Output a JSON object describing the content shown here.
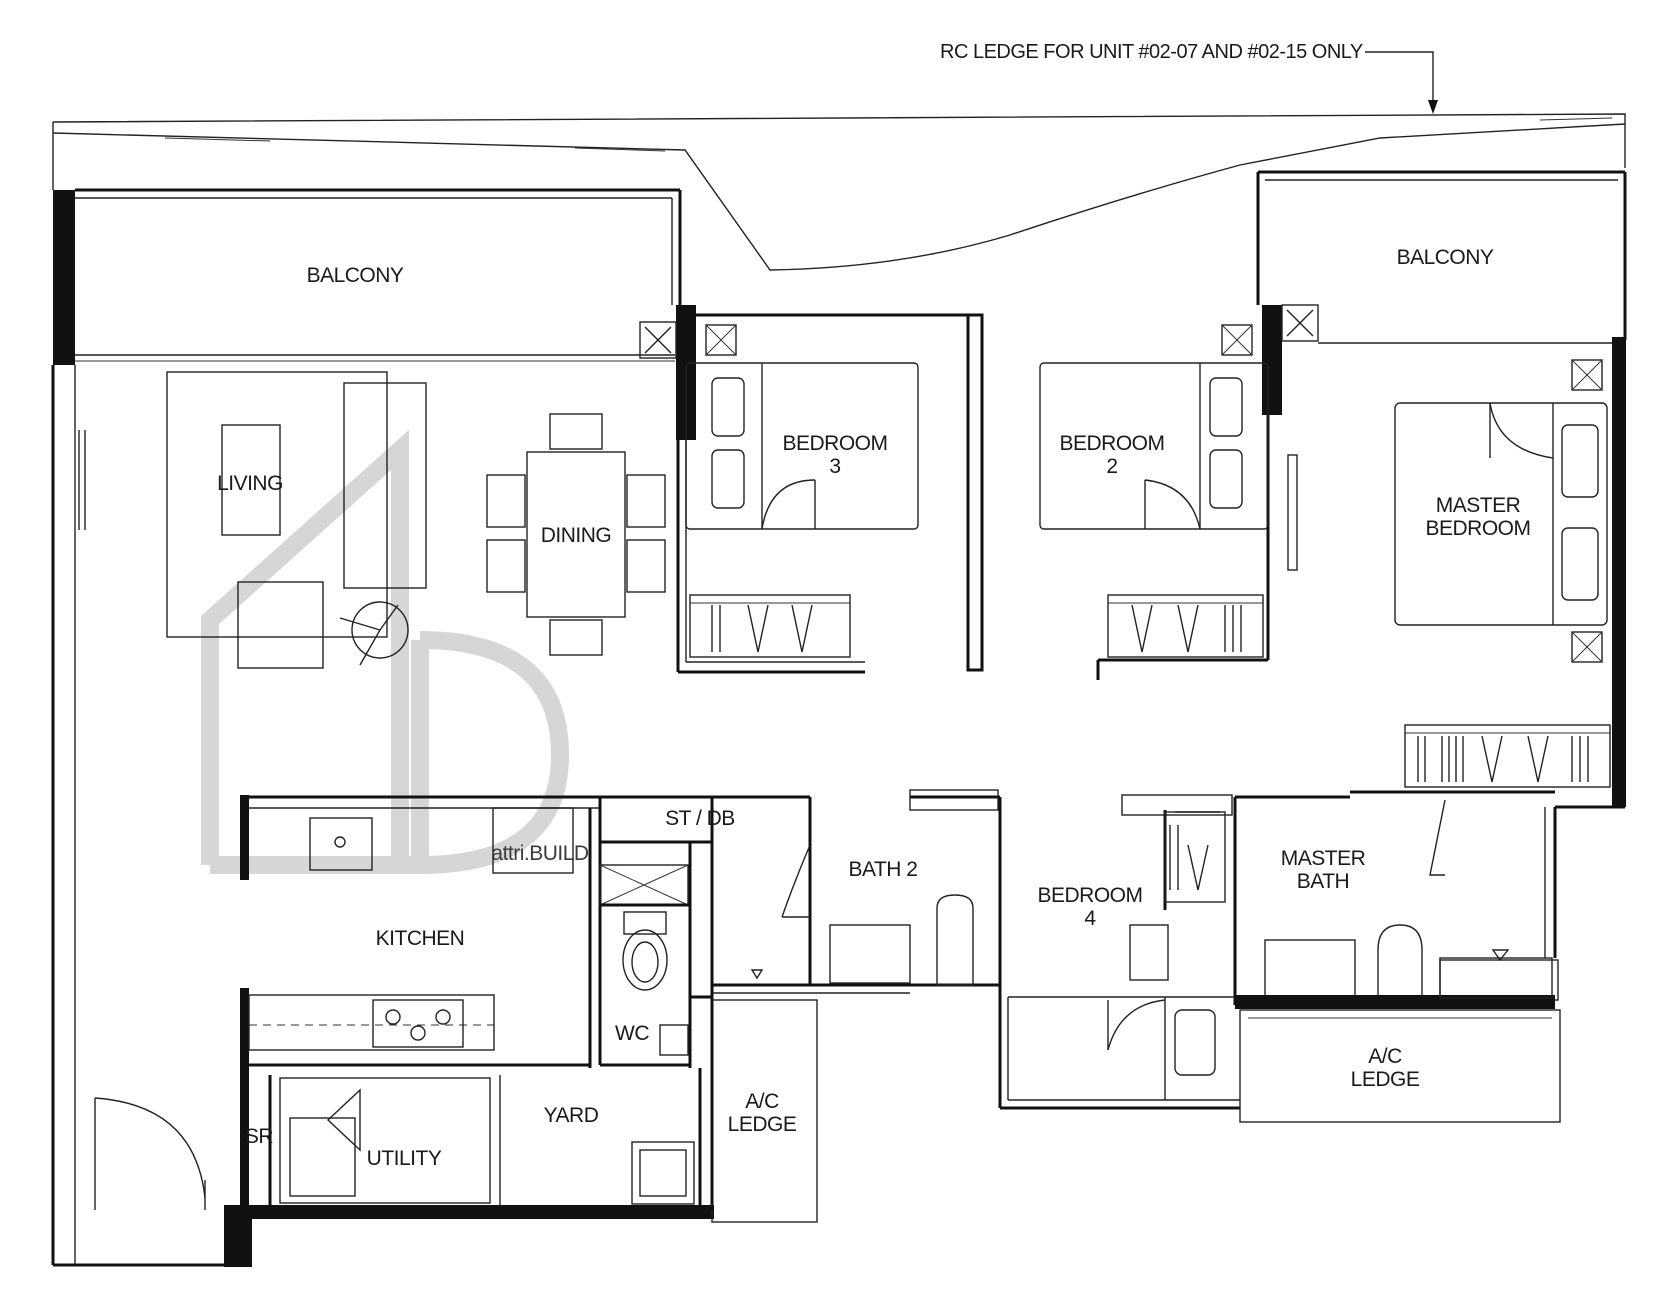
{
  "note": {
    "text": "RC LEDGE FOR UNIT #02-07 AND #02-15 ONLY"
  },
  "rooms": [
    {
      "id": "balcony-left",
      "lines": [
        "BALCONY"
      ]
    },
    {
      "id": "balcony-right",
      "lines": [
        "BALCONY"
      ]
    },
    {
      "id": "living",
      "lines": [
        "LIVING"
      ]
    },
    {
      "id": "dining",
      "lines": [
        "DINING"
      ]
    },
    {
      "id": "bedroom-3",
      "lines": [
        "BEDROOM",
        "3"
      ]
    },
    {
      "id": "bedroom-2",
      "lines": [
        "BEDROOM",
        "2"
      ]
    },
    {
      "id": "master-bedroom",
      "lines": [
        "MASTER",
        "BEDROOM"
      ]
    },
    {
      "id": "st-db",
      "lines": [
        "ST / DB"
      ]
    },
    {
      "id": "bath-2",
      "lines": [
        "BATH 2"
      ]
    },
    {
      "id": "bedroom-4",
      "lines": [
        "BEDROOM",
        "4"
      ]
    },
    {
      "id": "master-bath",
      "lines": [
        "MASTER",
        "BATH"
      ]
    },
    {
      "id": "kitchen",
      "lines": [
        "KITCHEN"
      ]
    },
    {
      "id": "wc",
      "lines": [
        "WC"
      ]
    },
    {
      "id": "yard",
      "lines": [
        "YARD"
      ]
    },
    {
      "id": "ac-ledge-left",
      "lines": [
        "A/C",
        "LEDGE"
      ]
    },
    {
      "id": "ac-ledge-right",
      "lines": [
        "A/C",
        "LEDGE"
      ]
    },
    {
      "id": "sr",
      "lines": [
        "SR"
      ]
    },
    {
      "id": "utility",
      "lines": [
        "UTILITY"
      ]
    }
  ],
  "watermark": {
    "text": "attri.BUILD"
  }
}
